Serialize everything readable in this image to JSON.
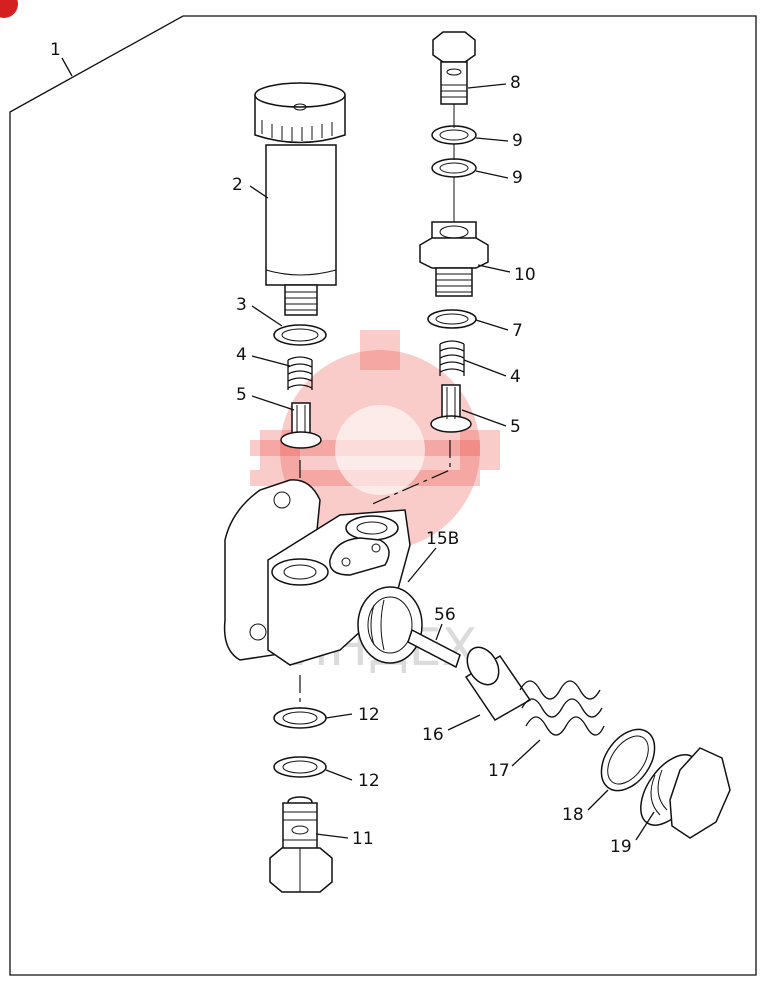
{
  "labels": {
    "l1": "1",
    "l2": "2",
    "l3": "3",
    "l4a": "4",
    "l4b": "4",
    "l5a": "5",
    "l5b": "5",
    "l7": "7",
    "l8": "8",
    "l9a": "9",
    "l9b": "9",
    "l10": "10",
    "l11": "11",
    "l12a": "12",
    "l12b": "12",
    "l15b": "15B",
    "l16": "16",
    "l17": "17",
    "l18": "18",
    "l19": "19",
    "l56": "56"
  },
  "watermark": {
    "text": "ИНДЕХ",
    "color": "#e8473f"
  },
  "colors": {
    "line": "#111111",
    "background": "#ffffff"
  }
}
